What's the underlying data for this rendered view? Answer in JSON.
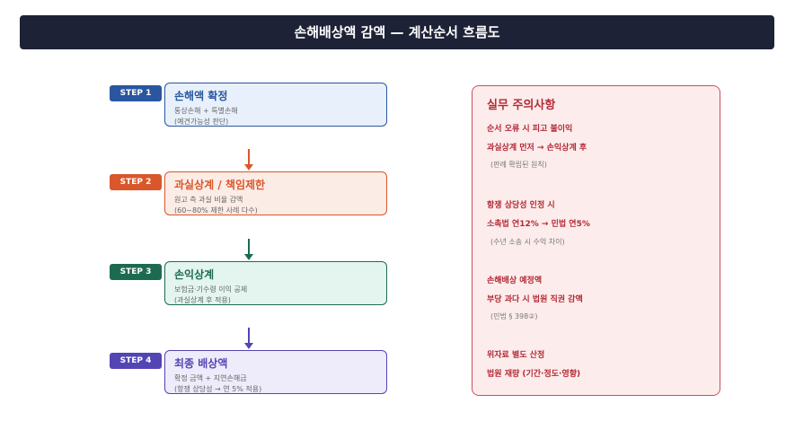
{
  "title": "손해배상액 감액 — 계산순서 흐름도",
  "steps": [
    {
      "badge": "STEP 1",
      "title": "손해액 확정",
      "line1": "통상손해 + 특별손해",
      "line2": "(예견가능성 판단)",
      "color": "#2a56a0",
      "bg": "#e8f1fb"
    },
    {
      "badge": "STEP 2",
      "title": "과실상계 / 책임제한",
      "line1": "원고 측 과실 비율 감액",
      "line2": "(60~80% 제한 사례 다수)",
      "color": "#d9572b",
      "bg": "#fcece6"
    },
    {
      "badge": "STEP 3",
      "title": "손익상계",
      "line1": "보험금·기수령 이익 공제",
      "line2": "(과실상계 후 적용)",
      "color": "#1d6b4f",
      "bg": "#e3f5ee"
    },
    {
      "badge": "STEP 4",
      "title": "최종 배상액",
      "line1": "확정 금액 + 지연손해금",
      "line2": "(항쟁 상당성 → 연 5% 적용)",
      "color": "#5245b4",
      "bg": "#eeebfb"
    }
  ],
  "panel": {
    "title": "실무 주의사항",
    "items": [
      {
        "a": "순서 오류 시 피고 불이익",
        "b": "과실상계 먼저 → 손익상계 후",
        "c": "(판례 확립된 원칙)"
      },
      {
        "a": "항쟁 상당성 인정 시",
        "b": "소촉법 연12% → 민법 연5%",
        "c": "(수년 소송 시 수억 차이)"
      },
      {
        "a": "손해배상 예정액",
        "b": "부당 과다 시 법원 직권 감액",
        "c": "(민법 § 398②)"
      },
      {
        "a": "위자료 별도 산정",
        "b": "법원 재량 (기간·정도·영향)",
        "c": ""
      }
    ]
  }
}
